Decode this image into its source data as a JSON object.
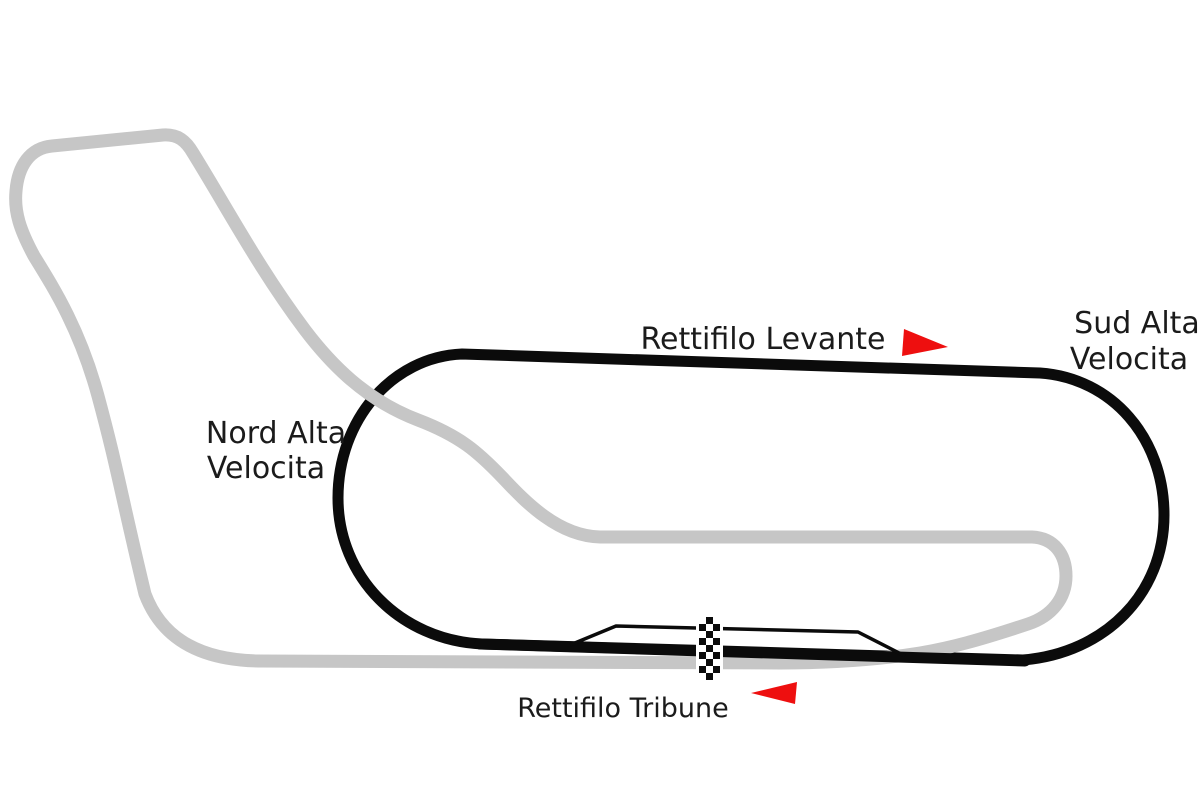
{
  "map": {
    "description": "Race circuit diagram with high-speed oval and road course",
    "background": "#ffffff",
    "colors": {
      "oval_track": "#0b0b0b",
      "road_track": "#c6c6c6",
      "arrow_red": "#ee0f0f",
      "text": "#1b1b1b"
    },
    "labels": {
      "rettifilo_levante": "Rettifilo Levante",
      "sud_alta_line1": "Sud Alta",
      "sud_alta_line2": "Velocita",
      "nord_alta_line1": "Nord Alta",
      "nord_alta_line2": "Velocita",
      "rettifilo_tribune": "Rettifilo Tribune"
    },
    "icons": {
      "top_direction_arrow": "right-pointing-triangle",
      "bottom_direction_arrow": "left-pointing-triangle",
      "start_finish": "checkered-line"
    }
  }
}
